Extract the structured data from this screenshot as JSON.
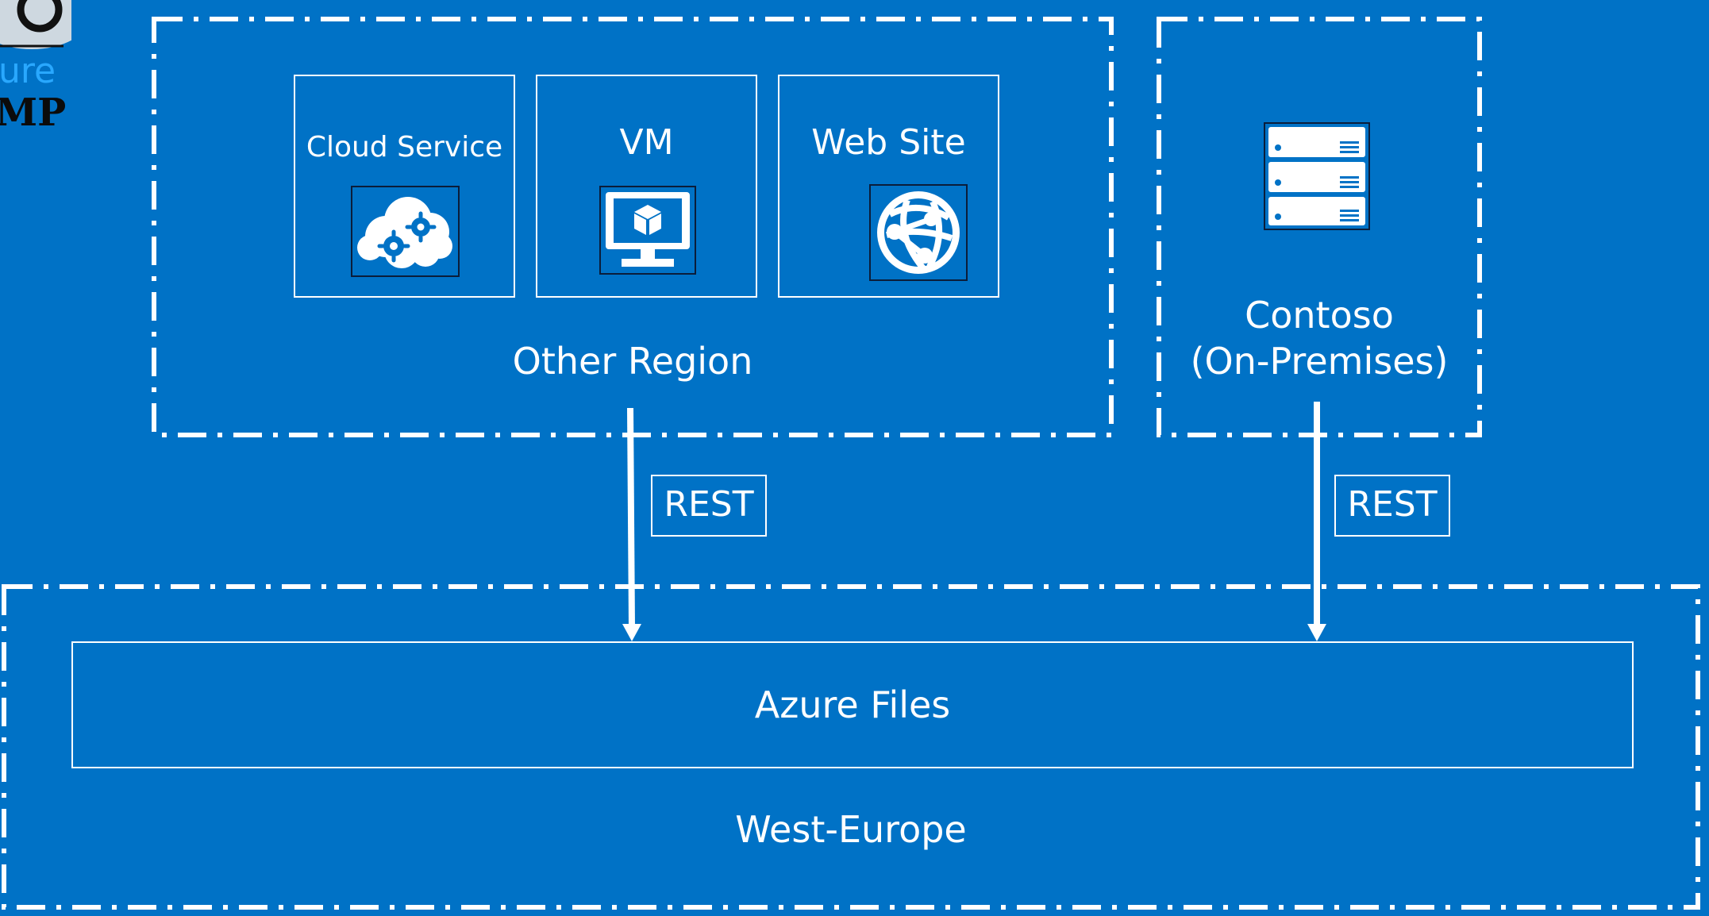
{
  "colors": {
    "background": "#0072C6",
    "foreground": "#FFFFFF",
    "tile_border": "#0B1D3A"
  },
  "logo": {
    "text_fragment_1": "ure",
    "text_fragment_2": "MP",
    "icon": "bootcamp-logo-icon"
  },
  "other_region": {
    "label": "Other Region",
    "services": [
      {
        "title": "Cloud Service",
        "icon": "cloud-gears-icon"
      },
      {
        "title": "VM",
        "icon": "virtual-machine-monitor-icon"
      },
      {
        "title": "Web Site",
        "icon": "globe-network-icon"
      }
    ]
  },
  "on_premises": {
    "label_line_1": "Contoso",
    "label_line_2": "(On-Premises)",
    "icon": "server-rack-icon"
  },
  "connections": [
    {
      "label": "REST",
      "from": "Other Region",
      "to": "Azure Files"
    },
    {
      "label": "REST",
      "from": "Contoso (On-Premises)",
      "to": "Azure Files"
    }
  ],
  "west_europe": {
    "label": "West-Europe",
    "azure_files_label": "Azure Files"
  }
}
